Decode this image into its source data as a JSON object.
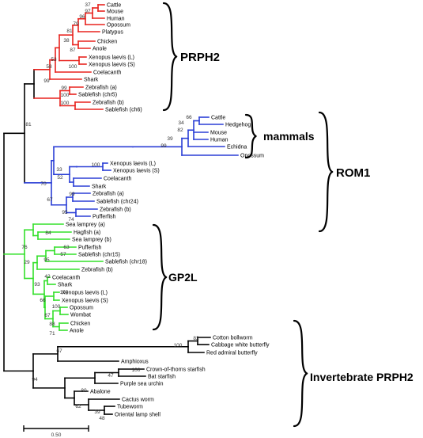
{
  "colors": {
    "prph2": "#e8231e",
    "rom1": "#2b3fd6",
    "gp2l": "#33e02a",
    "invertebrate": "#000000"
  },
  "clades": {
    "prph2": "PRPH2",
    "mammals": "mammals",
    "rom1": "ROM1",
    "gp2l": "GP2L",
    "invertebrate": "Invertebrate PRPH2"
  },
  "scale_bar": {
    "label": "0.50"
  },
  "leaves": [
    {
      "id": "cattle1",
      "label": "Cattle"
    },
    {
      "id": "mouse1",
      "label": "Mouse"
    },
    {
      "id": "human1",
      "label": "Human"
    },
    {
      "id": "opossum1",
      "label": "Opossum"
    },
    {
      "id": "platypus1",
      "label": "Platypus"
    },
    {
      "id": "chicken1",
      "label": "Chicken"
    },
    {
      "id": "anole1",
      "label": "Anole"
    },
    {
      "id": "xenL1",
      "label": "Xenopus laevis (L)"
    },
    {
      "id": "xenS1",
      "label": "Xenopus laevis (S)"
    },
    {
      "id": "coel1",
      "label": "Coelacanth"
    },
    {
      "id": "shark1",
      "label": "Shark"
    },
    {
      "id": "zfa1",
      "label": "Zebrafish (a)"
    },
    {
      "id": "sab5",
      "label": "Sablefish (chr5)"
    },
    {
      "id": "zfb1",
      "label": "Zebrafish (b)"
    },
    {
      "id": "sab6",
      "label": "Sablefish (ch6)"
    },
    {
      "id": "cattle2",
      "label": "Cattle"
    },
    {
      "id": "hedge2",
      "label": "Hedgehog"
    },
    {
      "id": "mouse2",
      "label": "Mouse"
    },
    {
      "id": "human2",
      "label": "Human"
    },
    {
      "id": "echidna2",
      "label": "Echidna"
    },
    {
      "id": "opossum2",
      "label": "Opossum"
    },
    {
      "id": "xenL2",
      "label": "Xenopus laevis (L)"
    },
    {
      "id": "xenS2",
      "label": "Xenopus laevis (S)"
    },
    {
      "id": "coel2",
      "label": "Coelacanth"
    },
    {
      "id": "shark2",
      "label": "Shark"
    },
    {
      "id": "zfa2",
      "label": "Zebrafish (a)"
    },
    {
      "id": "sab24",
      "label": "Sablefish (chr24)"
    },
    {
      "id": "zfb2",
      "label": "Zebrafish (b)"
    },
    {
      "id": "puff2",
      "label": "Pufferfish"
    },
    {
      "id": "slampA",
      "label": "Sea lamprey (a)"
    },
    {
      "id": "hagA",
      "label": "Hagfish (a)"
    },
    {
      "id": "slampB",
      "label": "Sea lamprey (b)"
    },
    {
      "id": "puff3",
      "label": "Pufferfish"
    },
    {
      "id": "sab15",
      "label": "Sablefish (chr15)"
    },
    {
      "id": "sab18",
      "label": "Sablefish (chr18)"
    },
    {
      "id": "zfb3",
      "label": "Zebrafish (b)"
    },
    {
      "id": "coel3",
      "label": "Coelacanth"
    },
    {
      "id": "shark3",
      "label": "Shark"
    },
    {
      "id": "xenL3",
      "label": "Xenopus laevis (L)"
    },
    {
      "id": "xenS3",
      "label": "Xenopus laevis (S)"
    },
    {
      "id": "opossum3",
      "label": "Opossum"
    },
    {
      "id": "wombat3",
      "label": "Wombat"
    },
    {
      "id": "chicken3",
      "label": "Chicken"
    },
    {
      "id": "anole3",
      "label": "Anole"
    },
    {
      "id": "cotton",
      "label": "Cotton bollworm"
    },
    {
      "id": "cabbage",
      "label": "Cabbage white butterfly"
    },
    {
      "id": "admiral",
      "label": "Red admiral butterfly"
    },
    {
      "id": "amphi",
      "label": "Amphioxus"
    },
    {
      "id": "cots",
      "label": "Crown-of-thorns starfish"
    },
    {
      "id": "bat",
      "label": "Bat starfish"
    },
    {
      "id": "urchin",
      "label": "Purple sea urchin"
    },
    {
      "id": "abalone",
      "label": "Abalone"
    },
    {
      "id": "cactus",
      "label": "Cactus worm"
    },
    {
      "id": "tube",
      "label": "Tubeworm"
    },
    {
      "id": "lamp",
      "label": "Oriental lamp shell"
    }
  ],
  "bootstrap": [
    {
      "id": "b37",
      "label": "37"
    },
    {
      "id": "b97",
      "label": "97"
    },
    {
      "id": "b96",
      "label": "96"
    },
    {
      "id": "b79",
      "label": "79"
    },
    {
      "id": "b81a",
      "label": "81"
    },
    {
      "id": "b38",
      "label": "38"
    },
    {
      "id": "b87",
      "label": "87"
    },
    {
      "id": "b100a",
      "label": "100"
    },
    {
      "id": "b53",
      "label": "53"
    },
    {
      "id": "b58",
      "label": "58"
    },
    {
      "id": "b99a",
      "label": "99"
    },
    {
      "id": "b99b",
      "label": "99"
    },
    {
      "id": "b100b",
      "label": "100"
    },
    {
      "id": "b100c",
      "label": "100"
    },
    {
      "id": "b81b",
      "label": "81"
    },
    {
      "id": "b66",
      "label": "66"
    },
    {
      "id": "b34",
      "label": "34"
    },
    {
      "id": "b82a",
      "label": "82"
    },
    {
      "id": "b39a",
      "label": "39"
    },
    {
      "id": "b99c",
      "label": "99"
    },
    {
      "id": "b100d",
      "label": "100"
    },
    {
      "id": "b33",
      "label": "33"
    },
    {
      "id": "b52",
      "label": "52"
    },
    {
      "id": "b70",
      "label": "70"
    },
    {
      "id": "b99d",
      "label": "99"
    },
    {
      "id": "b67a",
      "label": "67"
    },
    {
      "id": "b95a",
      "label": "95"
    },
    {
      "id": "b74",
      "label": "74"
    },
    {
      "id": "b84",
      "label": "84"
    },
    {
      "id": "b76",
      "label": "76"
    },
    {
      "id": "b63",
      "label": "63"
    },
    {
      "id": "b57",
      "label": "57"
    },
    {
      "id": "b95b",
      "label": "95"
    },
    {
      "id": "b29",
      "label": "29"
    },
    {
      "id": "b42",
      "label": "42"
    },
    {
      "id": "b93",
      "label": "93"
    },
    {
      "id": "b100e",
      "label": "100"
    },
    {
      "id": "b66b",
      "label": "66"
    },
    {
      "id": "b100f",
      "label": "100"
    },
    {
      "id": "b67b",
      "label": "67"
    },
    {
      "id": "b88",
      "label": "88"
    },
    {
      "id": "b71",
      "label": "71"
    },
    {
      "id": "b82b",
      "label": "82"
    },
    {
      "id": "b100g",
      "label": "100"
    },
    {
      "id": "b67c",
      "label": "67"
    },
    {
      "id": "b100h",
      "label": "100"
    },
    {
      "id": "b47",
      "label": "47"
    },
    {
      "id": "b94",
      "label": "94"
    },
    {
      "id": "b80",
      "label": "80"
    },
    {
      "id": "b62",
      "label": "62"
    },
    {
      "id": "b39b",
      "label": "39"
    },
    {
      "id": "b48",
      "label": "48"
    }
  ]
}
